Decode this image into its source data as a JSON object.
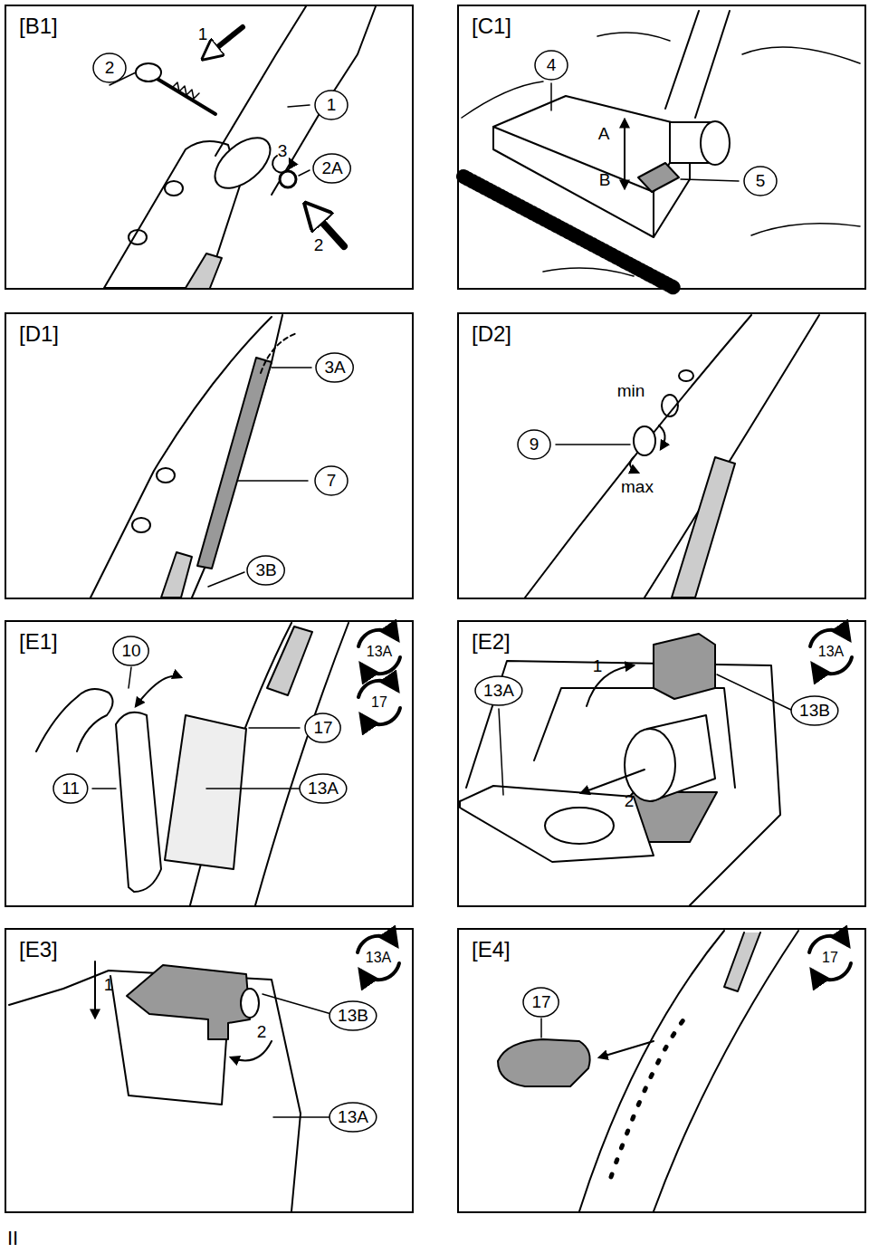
{
  "diagram": {
    "nodes": [
      {
        "text": [
          "[B1]"
        ]
      },
      {
        "text": [
          "2"
        ],
        "in": 0
      },
      {
        "text": [
          "1"
        ],
        "in": 0
      },
      {
        "text": [
          "2A"
        ],
        "in": 0
      },
      {
        "text": [
          "[C1]"
        ]
      },
      {
        "text": [
          "4"
        ],
        "in": 4
      },
      {
        "text": [
          "5"
        ],
        "in": 4
      },
      {
        "text": [
          "[D1]"
        ]
      },
      {
        "text": [
          "3A"
        ],
        "in": 7
      },
      {
        "text": [
          "7"
        ],
        "in": 7
      },
      {
        "text": [
          "3B"
        ],
        "in": 7
      },
      {
        "text": [
          "[D2]"
        ]
      },
      {
        "text": [
          "9"
        ],
        "in": 11
      },
      {
        "text": [
          "[E1]"
        ]
      },
      {
        "text": [
          "10"
        ],
        "in": 13
      },
      {
        "text": [
          "17"
        ],
        "in": 13
      },
      {
        "text": [
          "11"
        ],
        "in": 13
      },
      {
        "text": [
          "13A"
        ],
        "in": 13
      },
      {
        "text": [
          "[E2]"
        ]
      },
      {
        "text": [
          "13A"
        ],
        "in": 18
      },
      {
        "text": [
          "13B"
        ],
        "in": 18
      },
      {
        "text": [
          "[E3]"
        ]
      },
      {
        "text": [
          "13B"
        ],
        "in": 21
      },
      {
        "text": [
          "13A"
        ],
        "in": 21
      },
      {
        "text": [
          "[E4]"
        ]
      },
      {
        "text": [
          "17"
        ],
        "in": 24
      }
    ],
    "labels": [
      "1",
      "3",
      "2",
      "A",
      "B",
      "min",
      "max",
      "13A",
      "17",
      "13A",
      "1",
      "2",
      "13A",
      "1",
      "2",
      "17",
      "II"
    ]
  }
}
